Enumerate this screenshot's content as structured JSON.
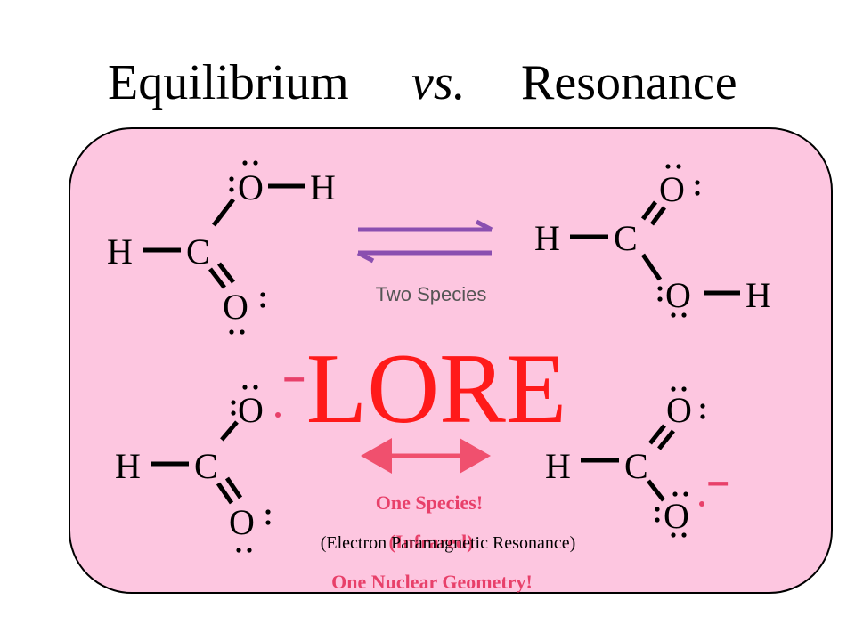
{
  "title": {
    "left": "Equilibrium",
    "middle": "vs.",
    "right": "Resonance"
  },
  "colors": {
    "panel_fill": "#fdc6e0",
    "equilibrium_arrow": "#8a4fb0",
    "resonance_arrow": "#f0506e",
    "lore_text": "#ff1a1a",
    "bold_label": "#e8406a",
    "charge": "#e8406a"
  },
  "atoms": {
    "H": "H",
    "C": "C",
    "O": "O"
  },
  "charge_symbol": "–",
  "labels": {
    "two_species": "Two Species",
    "lore": "LORE",
    "one_species": "One Species!",
    "infrared": "(Infrared)",
    "epr": "(Electron Paramagnetic Resonance)",
    "one_geometry": "One Nuclear Geometry!"
  }
}
